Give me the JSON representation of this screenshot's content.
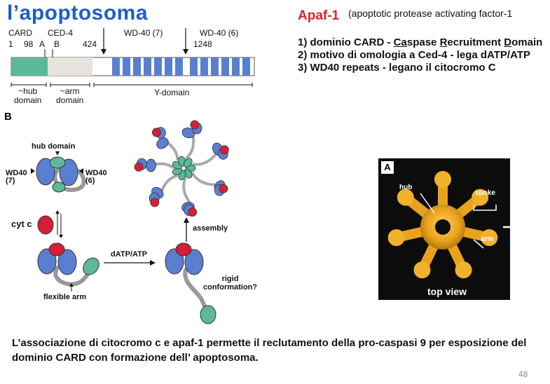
{
  "slide": {
    "title": "l’apoptosoma",
    "apaf": {
      "name": "Apaf-1",
      "full_name": "(apoptotic protease activating factor-1"
    },
    "points": [
      {
        "num": "1)",
        "before": "dominio CARD - ",
        "c1": "Ca",
        "mid1": "spase ",
        "c2": "R",
        "mid2": "ecruitment ",
        "c3": "D",
        "after": "omain"
      },
      {
        "num": "2)",
        "text": "motivo di omologia a Ced-4 - lega dATP/ATP"
      },
      {
        "num": "3)",
        "text": "WD40 repeats - legano il citocromo C"
      }
    ],
    "caption": "L’associazione di citocromo c e apaf-1 permette il reclutamento della pro-caspasi 9 per esposizione del dominio CARD con formazione dell’ apoptosoma.",
    "page_number": "48"
  },
  "domain_diagram": {
    "labels": {
      "card": "CARD",
      "ced4": "CED-4",
      "wd40_7": "WD-40 (7)",
      "wd40_6": "WD-40 (6)",
      "pos1": "1",
      "pos98": "98",
      "posA": "A",
      "posB": "B",
      "pos424": "424",
      "pos1248": "1248",
      "hub_domain": "~hub\ndomain",
      "arm_domain": "~arm\ndomain",
      "y_domain": "Y-domain"
    },
    "colors": {
      "card": "#5cb89a",
      "ced4": "#e8e2dc",
      "wd40": "#5b7fd0"
    }
  },
  "panel_b": {
    "letter": "B",
    "labels": {
      "hub_domain": "hub domain",
      "wd40_7": "WD40\n(7)",
      "wd40_6": "WD40\n(6)",
      "cyt_c": "cyt c",
      "assembly": "assembly",
      "datp_atp": "dATP/ATP",
      "flexible_arm": "flexible arm",
      "rigid_conformation": "rigid\nconformation?"
    },
    "colors": {
      "wd40_blue": "#5b7fd0",
      "cyt_c_red": "#d61f36",
      "card_green": "#5cb89a"
    }
  },
  "micrograph": {
    "panel_letter": "A",
    "labels": {
      "hub": "hub",
      "spoke": "spoke",
      "arm": "arm",
      "top_view": "top view"
    },
    "colors": {
      "structure": "#e9a21d",
      "background": "#0c0c0c"
    }
  }
}
